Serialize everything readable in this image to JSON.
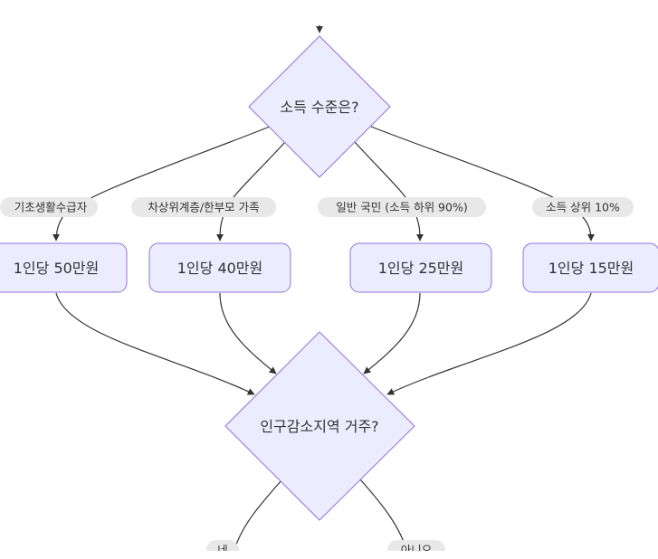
{
  "diagram": {
    "decision_income": "소득 수준은?",
    "decision_region": "인구감소지역 거주?",
    "nodes": {
      "amount_50": "1인당 50만원",
      "amount_40": "1인당 40만원",
      "amount_25": "1인당 25만원",
      "amount_15": "1인당 15만원"
    },
    "edge_labels": {
      "basic_recipient": "기초생활수급자",
      "near_poverty": "차상위계층/한부모 가족",
      "general_public": "일반 국민 (소득 하위 90%)",
      "top_income": "소득 상위 10%",
      "yes": "네",
      "no": "아니오"
    }
  },
  "colors": {
    "node_fill": "#ECECFF",
    "node_stroke": "#9370DB",
    "edge": "#333333",
    "label_bg": "#E8E8E8",
    "text": "#333333"
  }
}
